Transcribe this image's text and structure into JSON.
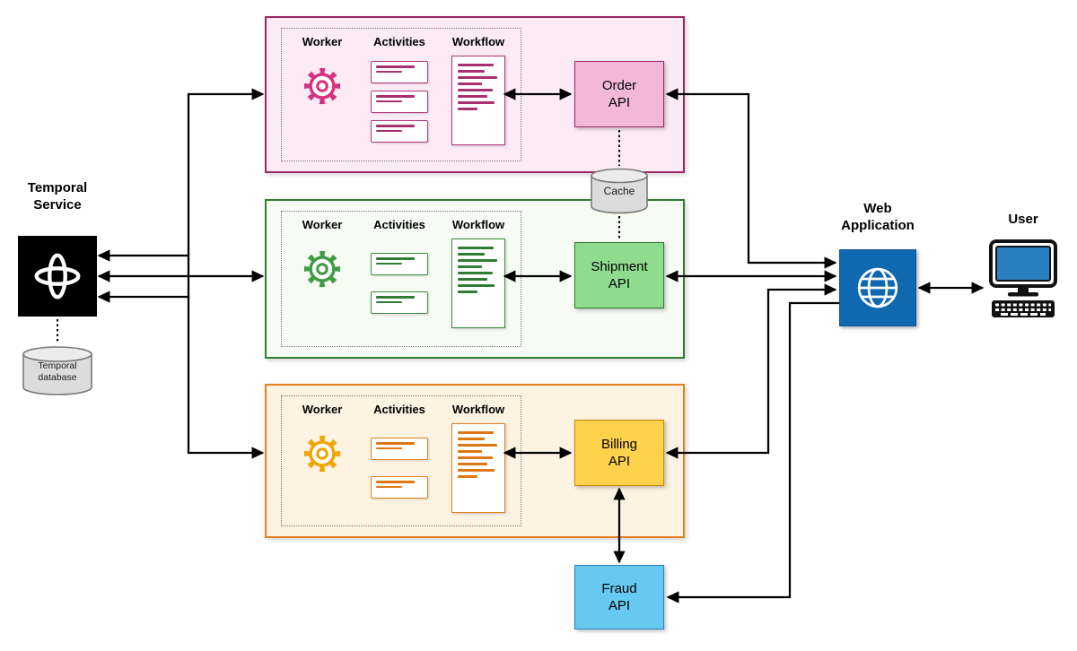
{
  "temporal": {
    "label": "Temporal\nService",
    "database_label": "Temporal\ndatabase"
  },
  "panels": {
    "labels": {
      "worker": "Worker",
      "activities": "Activities",
      "workflow": "Workflow"
    }
  },
  "cache": {
    "label": "Cache"
  },
  "apis": {
    "order": {
      "label": "Order\nAPI"
    },
    "shipment": {
      "label": "Shipment\nAPI"
    },
    "billing": {
      "label": "Billing\nAPI"
    },
    "fraud": {
      "label": "Fraud\nAPI"
    }
  },
  "web_application": {
    "label": "Web\nApplication"
  },
  "user": {
    "label": "User"
  },
  "colors": {
    "order_group_border": "#9c2963",
    "order_group_fill": "#fcebf5",
    "order_api_fill": "#f2b7d9",
    "shipment_group_border": "#2e7d32",
    "shipment_group_fill": "#f6fbf3",
    "shipment_api_fill": "#90dc8f",
    "billing_group_border": "#e67e22",
    "billing_group_fill": "#fdf3e3",
    "billing_api_fill": "#ffd24b",
    "fraud_api_fill": "#67c8f2",
    "web_app_fill": "#1068b0",
    "temporal_fill": "#000000",
    "cylinder_fill": "#dcdcdc",
    "arrow": "#000000"
  }
}
